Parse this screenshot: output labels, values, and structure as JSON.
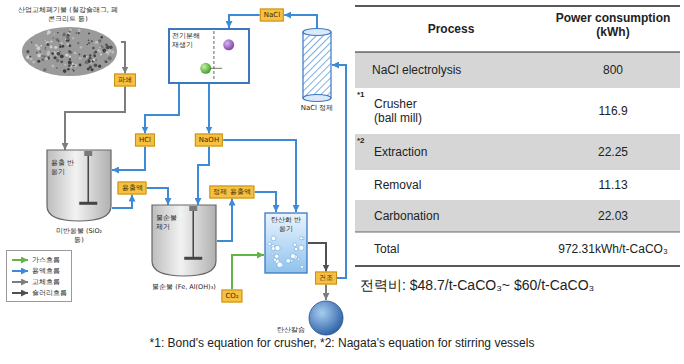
{
  "diagram": {
    "nodes": [
      {
        "text": [
          "산업고체폐기물 (철강슬래그, 폐콘크리트 등)"
        ]
      },
      {
        "text": [
          "NaCl"
        ]
      },
      {
        "text": [
          "전기분해 재생기"
        ]
      },
      {
        "text": [
          "파쇄"
        ]
      },
      {
        "text": [
          "NaCl 정제"
        ]
      },
      {
        "text": [
          "HCl"
        ]
      },
      {
        "text": [
          "NaOH"
        ]
      },
      {
        "text": [
          "용출 반응기"
        ]
      },
      {
        "text": [
          "용출액"
        ]
      },
      {
        "text": [
          "정제 용출액"
        ]
      },
      {
        "text": [
          "불순물 제거"
        ]
      },
      {
        "text": [
          "탄산화 반응기"
        ]
      },
      {
        "text": [
          "CO₂"
        ]
      },
      {
        "text": [
          "건조"
        ]
      },
      {
        "text": [
          "탄산칼슘"
        ]
      }
    ],
    "edges": [
      {
        "from": 0,
        "to": 3,
        "arrow": "to"
      },
      {
        "from": 3,
        "to": 7,
        "arrow": "to"
      },
      {
        "from": 2,
        "to": 5,
        "arrow": "to"
      },
      {
        "from": 5,
        "to": 7,
        "arrow": "to"
      },
      {
        "from": 7,
        "to": 8,
        "arrow": "to"
      },
      {
        "from": 8,
        "to": 10,
        "arrow": "to"
      },
      {
        "from": 2,
        "to": 6,
        "arrow": "to"
      },
      {
        "from": 6,
        "to": 10,
        "arrow": "to"
      },
      {
        "from": 6,
        "to": 11,
        "arrow": "to"
      },
      {
        "from": 10,
        "to": 9,
        "arrow": "to"
      },
      {
        "from": 9,
        "to": 11,
        "arrow": "to"
      },
      {
        "from": 12,
        "to": 11,
        "arrow": "to"
      },
      {
        "from": 11,
        "to": 13,
        "arrow": "to"
      },
      {
        "from": 13,
        "to": 14,
        "arrow": "to"
      },
      {
        "from": 13,
        "to": 4,
        "arrow": "to"
      },
      {
        "from": 4,
        "to": 1,
        "arrow": "to"
      },
      {
        "from": 1,
        "to": 2,
        "arrow": "to"
      }
    ],
    "labels": [
      "미반응물 (SiO₂ 등)",
      "불순물 (Fe, Al(OH)₃)",
      "Process",
      "Power consumption (kWh)",
      "NaCl electrolysis",
      "800",
      "*1",
      "Crusher (ball mill)",
      "116.9",
      "*2",
      "Extraction",
      "22.25",
      "Removal",
      "11.13",
      "Carbonation",
      "22.03",
      "Total",
      "972.31kWh/t-CaCO₃",
      "전력비: $48.7/t-CaCO₃~ $60/t-CaCO₃",
      "*1: Bond's equation for crusher, *2: Nagata's equation for stirring vessels"
    ],
    "legend": [
      {
        "text": "가스흐름"
      },
      {
        "text": "용액흐름"
      },
      {
        "text": "고체흐름"
      },
      {
        "text": "슬러리흐름"
      }
    ]
  }
}
